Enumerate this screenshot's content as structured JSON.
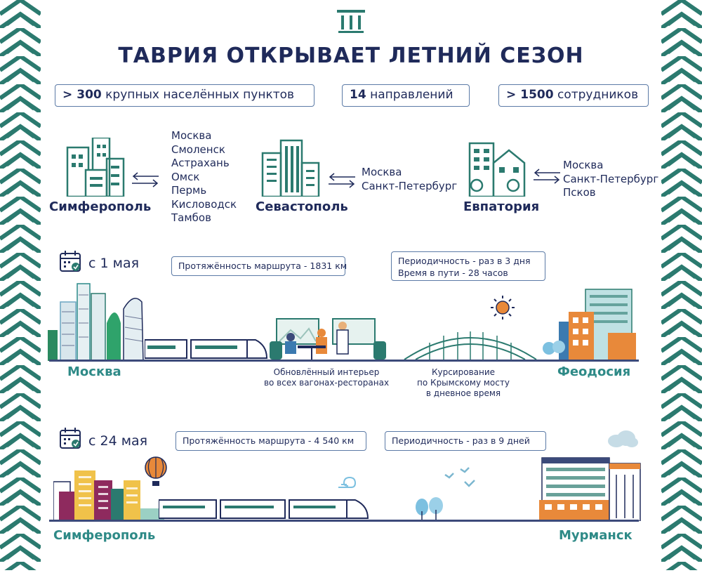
{
  "title": "ТАВРИЯ ОТКРЫВАЕТ ЛЕТНИЙ СЕЗОН",
  "stats": [
    {
      "value": "300",
      "text": "крупных населённых пунктов"
    },
    {
      "value": "14",
      "text": "направлений"
    },
    {
      "value": "1500",
      "text": "сотрудников"
    }
  ],
  "hubs": [
    {
      "city": "Симферополь",
      "destinations": [
        "Москва",
        "Смоленск",
        "Астрахань",
        "Омск",
        "Пермь",
        "Кисловодск",
        "Тамбов"
      ]
    },
    {
      "city": "Севастополь",
      "destinations": [
        "Москва",
        "Санкт-Петербург"
      ]
    },
    {
      "city": "Евпатория",
      "destinations": [
        "Москва",
        "Санкт-Петербург",
        "Псков"
      ]
    }
  ],
  "route1": {
    "date": "с 1 мая",
    "length": "Протяжённость маршрута - 1831 км",
    "periodicity": "Периодичность - раз в 3 дня",
    "travel_time": "Время в пути - 28 часов",
    "from": "Москва",
    "to": "Феодосия",
    "caption_interior": [
      "Обновлённый интерьер",
      "во всех вагонах-ресторанах"
    ],
    "caption_bridge": [
      "Курсирование",
      "по Крымскому мосту",
      "в дневное время"
    ]
  },
  "route2": {
    "date": "с 24 мая",
    "length": "Протяжённость маршрута - 4 540 км",
    "periodicity": "Периодичность - раз в 9 дней",
    "from": "Симферополь",
    "to": "Мурманск"
  },
  "colors": {
    "navy": "#1f2a5a",
    "teal": "#2e8a87",
    "green": "#2b7a6f",
    "orange": "#e8893a"
  }
}
